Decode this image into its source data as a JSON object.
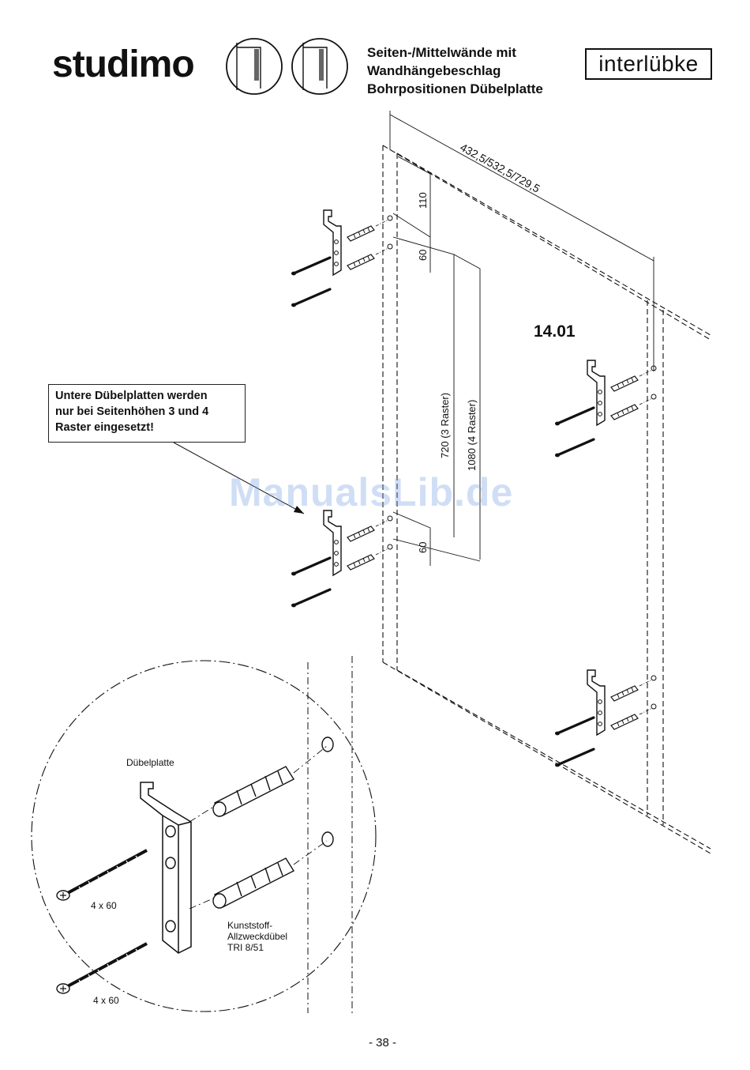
{
  "header": {
    "brand": "studimo",
    "title_lines": [
      "Seiten-/Mittelwände mit",
      "Wandhängebeschlag",
      "Bohrpositionen Dübelplatte"
    ],
    "logo": "interlübke"
  },
  "section_number": "14.01",
  "dimensions": {
    "width": "432,5/532,5/729,5",
    "top_offset": "110",
    "spacing_upper": "60",
    "spacing_lower": "60",
    "raster3": "720 (3 Raster)",
    "raster4": "1080 (4 Raster)"
  },
  "note": {
    "lines": [
      "Untere Dübelplatten werden",
      "nur bei Seitenhöhen 3 und 4",
      "Raster eingesetzt!"
    ]
  },
  "detail": {
    "plate_label": "Dübelplatte",
    "screw_label_1": "4 x 60",
    "screw_label_2": "4 x 60",
    "dowel_label": [
      "Kunststoff-",
      "Allzweckdübel",
      "TRI 8/51"
    ]
  },
  "watermark": "ManualsLib.de",
  "page_number": "- 38 -"
}
